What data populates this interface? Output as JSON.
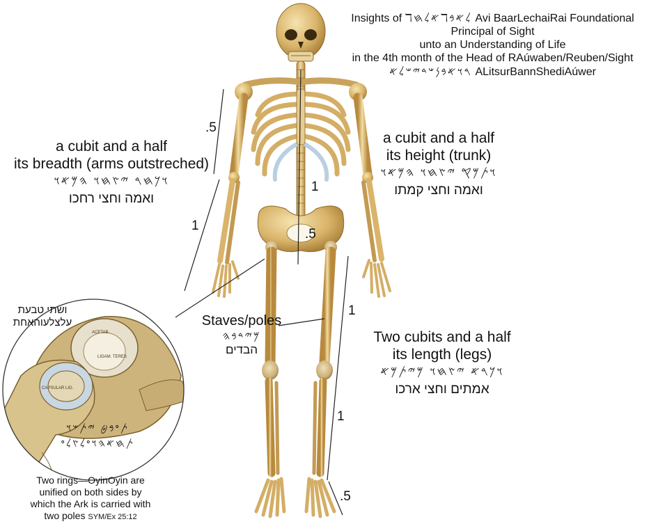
{
  "header": {
    "line1_prefix": "Insights of ",
    "line1_script": "ℸ𐤀𐤋𐤇ℸ𐤋𐤀𐤁",
    "line1_suffix": " Avi BaarLechaiRai Foundational",
    "line2": "Principal of Sight",
    "line3": "unto an Understanding of Life",
    "line4": "in the 4th month of the Head of RAúwaben/Reuben/Sight",
    "line5_script": "𐤓𐤅𐤀𐤁𐤍𐤔𐤃𐤉𐤔𐤋𐤀",
    "line5_suffix": " ALitsurBannShediAúwer"
  },
  "arms": {
    "line1": "a cubit and a half",
    "line2": "its breadth (arms outstreched)",
    "script": "𐤅𐤊𐤇𐤓 𐤉𐤑𐤇𐤅 𐤄𐤌𐤀𐤅",
    "hebrew": "ואמה וחצי רחכו"
  },
  "trunk": {
    "line1": "a cubit and a half",
    "line2": "its height (trunk)",
    "script": "𐤅𐤕𐤌𐤒 𐤉𐤑𐤇𐤅 𐤄𐤌𐤀𐤅",
    "hebrew": "ואמה וחצי קמתו"
  },
  "legs": {
    "line1": "Two cubits and a half",
    "line2": "its length (legs)",
    "script": "𐤅𐤊𐤓𐤀 𐤉𐤑𐤇𐤅 𐤌𐤉𐤕𐤌𐤀",
    "hebrew": "אמתים וחצי ארכו"
  },
  "staves": {
    "label": "Staves/poles",
    "script": "𐤌𐤉𐤃𐤁𐤄",
    "hebrew": "הבדים"
  },
  "rings_circle": {
    "hebrew_line1": "ושתי טבעת",
    "hebrew_line2": "עלצלעוהאחת",
    "script_line1": "𐤕𐤏𐤁𐤈 𐤉𐤕𐤔𐤅",
    "script_line2": "𐤕𐤇𐤀𐤄𐤅𐤏𐤋𐤑𐤋𐤏",
    "bone_labels": [
      "ACETAB.",
      "LIGAM. TERES",
      "CAPSULAR LIG."
    ]
  },
  "caption": {
    "line1": "Two rings—OyinOyin are",
    "line2": "unified on both sides by",
    "line3": "which the Ark is carried with",
    "line4_text": "two poles ",
    "line4_ref": "SYM/Ex 25:12"
  },
  "measures": {
    "arm_upper": ".5",
    "arm_lower": "1",
    "trunk": "1",
    "pelvis": ".5",
    "leg_upper": "1",
    "leg_lower": "1",
    "foot": ".5"
  },
  "colors": {
    "bone": "#d8b46a",
    "bone_light": "#f0dca4",
    "bone_dark": "#a67c34",
    "cartilage": "#b8cde0",
    "line": "#222222"
  }
}
